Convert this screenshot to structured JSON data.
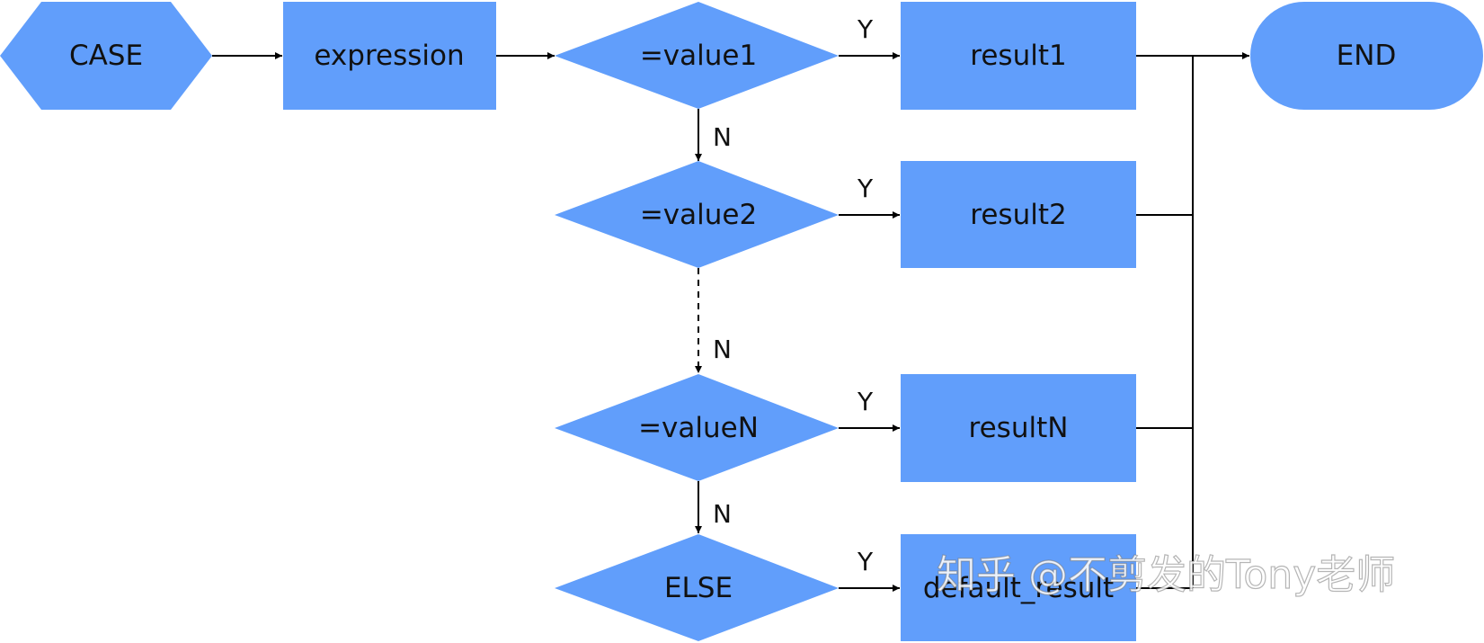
{
  "nodes": {
    "start": "CASE",
    "expression": "expression",
    "cond1": "=value1",
    "cond2": "=value2",
    "condN": "=valueN",
    "else": "ELSE",
    "result1": "result1",
    "result2": "result2",
    "resultN": "resultN",
    "default": "default_result",
    "end": "END"
  },
  "edge_labels": {
    "yes": "Y",
    "no": "N"
  },
  "watermark": "知乎 @不剪发的Tony老师",
  "colors": {
    "node_fill": "#619efb",
    "edge": "#000000"
  }
}
